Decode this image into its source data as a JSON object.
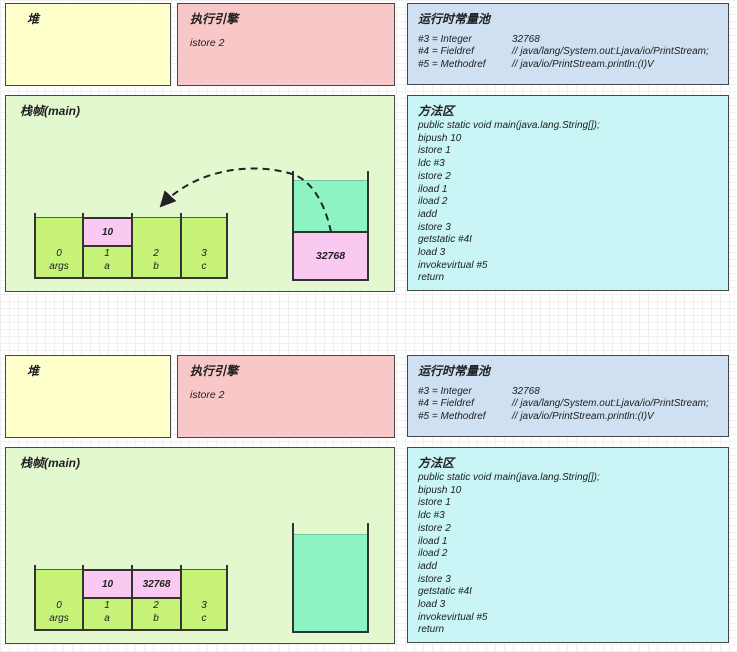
{
  "colors": {
    "heap_fill": "#ffffcc",
    "engine_fill": "#f8c7c7",
    "constant_pool_fill": "#cfe0f2",
    "stack_frame_fill": "#e4f8d0",
    "method_area_fill": "#c9f5f7",
    "slot_fill": "#c6f377",
    "value_box_fill": "#fac9f1",
    "operand_stack_fill": "#8df3c2",
    "border": "#474747",
    "grid_line": "#f0f0f0"
  },
  "panels": [
    {
      "heap": {
        "title": "堆"
      },
      "engine": {
        "title": "执行引擎",
        "current_instruction": "istore 2"
      },
      "constant_pool": {
        "title": "运行时常量池",
        "entries": [
          {
            "name": "#3 = Integer",
            "value": "32768"
          },
          {
            "name": "#4 = Fieldref",
            "value": "// java/lang/System.out:Ljava/io/PrintStream;"
          },
          {
            "name": "#5 = Methodref",
            "value": "// java/io/PrintStream.println:(I)V"
          }
        ]
      },
      "stack_frame": {
        "title": "栈帧(main)",
        "local_variables": {
          "slots": [
            {
              "index": "0",
              "name": "args",
              "value": ""
            },
            {
              "index": "1",
              "name": "a",
              "value": "10"
            },
            {
              "index": "2",
              "name": "b",
              "value": ""
            },
            {
              "index": "3",
              "name": "c",
              "value": ""
            }
          ]
        },
        "operand_stack": {
          "values": [
            "32768"
          ]
        }
      },
      "method_area": {
        "title": "方法区",
        "code": [
          "public static void main(java.lang.String[]);",
          "bipush 10",
          "istore 1",
          "ldc #3",
          "istore 2",
          "iload 1",
          "iload 2",
          "iadd",
          "istore 3",
          "getstatic #4I",
          "load 3",
          "invokevirtual #5",
          "return"
        ]
      }
    },
    {
      "heap": {
        "title": "堆"
      },
      "engine": {
        "title": "执行引擎",
        "current_instruction": "istore 2"
      },
      "constant_pool": {
        "title": "运行时常量池",
        "entries": [
          {
            "name": "#3 = Integer",
            "value": "32768"
          },
          {
            "name": "#4 = Fieldref",
            "value": "// java/lang/System.out:Ljava/io/PrintStream;"
          },
          {
            "name": "#5 = Methodref",
            "value": "// java/io/PrintStream.println:(I)V"
          }
        ]
      },
      "stack_frame": {
        "title": "栈帧(main)",
        "local_variables": {
          "slots": [
            {
              "index": "0",
              "name": "args",
              "value": ""
            },
            {
              "index": "1",
              "name": "a",
              "value": "10"
            },
            {
              "index": "2",
              "name": "b",
              "value": "32768"
            },
            {
              "index": "3",
              "name": "c",
              "value": ""
            }
          ]
        },
        "operand_stack": {
          "values": []
        }
      },
      "method_area": {
        "title": "方法区",
        "code": [
          "public static void main(java.lang.String[]);",
          "bipush 10",
          "istore 1",
          "ldc #3",
          "istore 2",
          "iload 1",
          "iload 2",
          "iadd",
          "istore 3",
          "getstatic #4I",
          "load 3",
          "invokevirtual #5",
          "return"
        ]
      }
    }
  ]
}
